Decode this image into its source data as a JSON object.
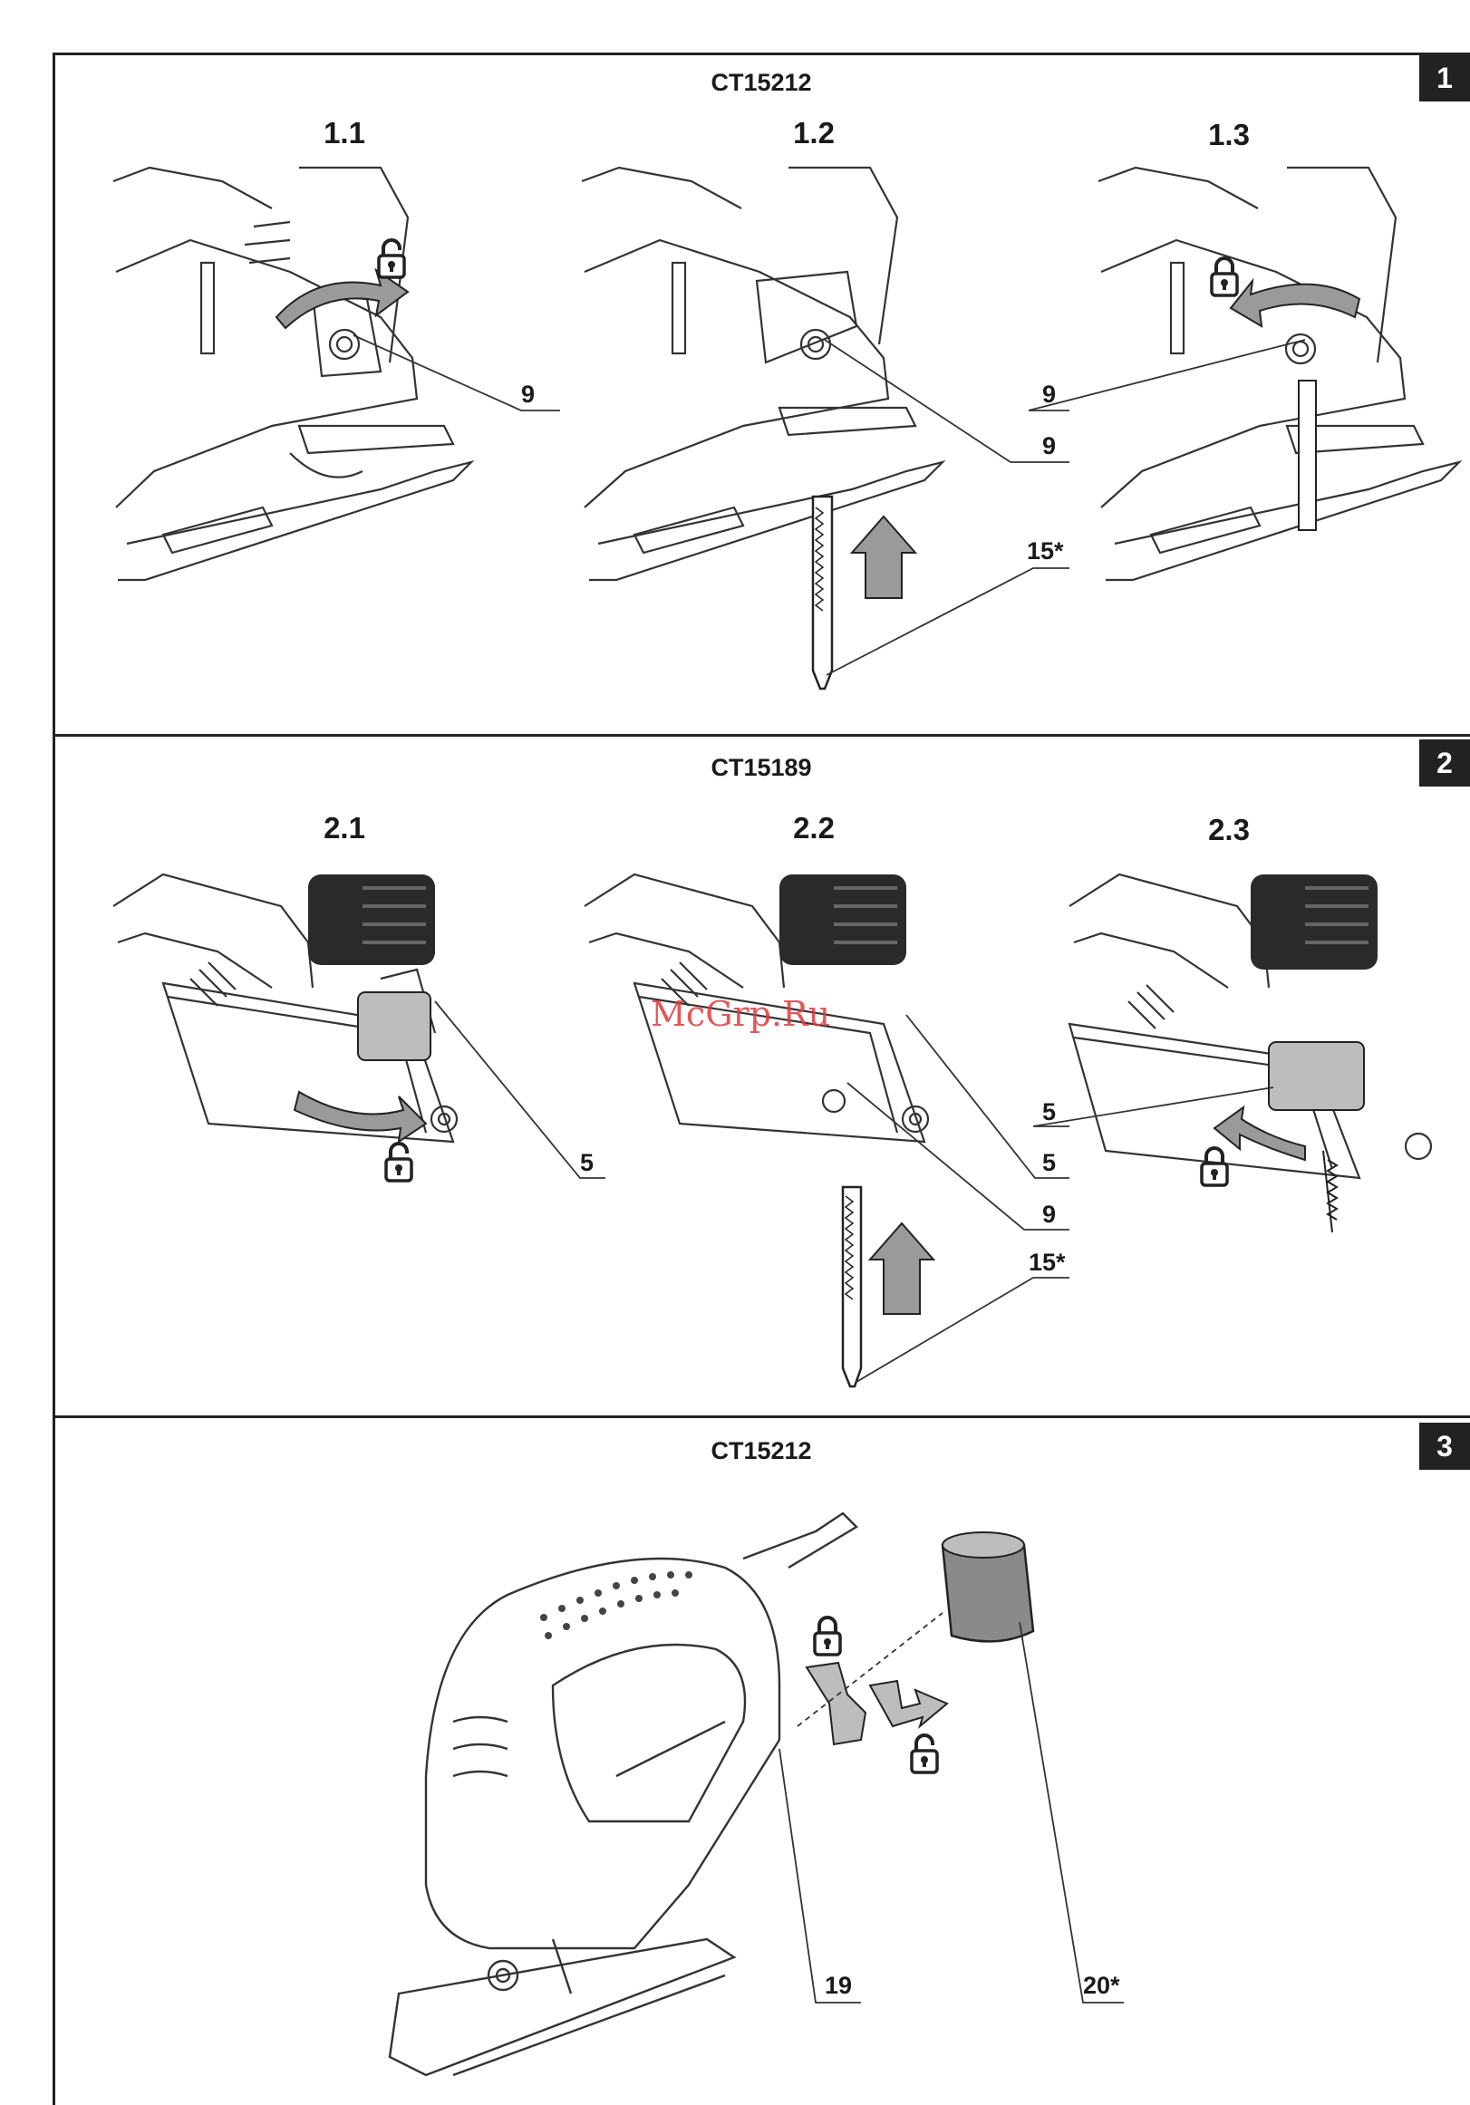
{
  "sections": [
    {
      "number": "1",
      "model": "CT15212",
      "steps": [
        "1.1",
        "1.2",
        "1.3"
      ]
    },
    {
      "number": "2",
      "model": "CT15189",
      "steps": [
        "2.1",
        "2.2",
        "2.3"
      ]
    },
    {
      "number": "3",
      "model": "CT15212",
      "steps": []
    }
  ],
  "callouts": {
    "s1_1": "9",
    "s1_2a": "9",
    "s1_2b": "15*",
    "s1_3": "9",
    "s2_1": "5",
    "s2_2a": "5",
    "s2_2b": "9",
    "s2_2c": "15*",
    "s2_3": "5",
    "s3_a": "19",
    "s3_b": "20*"
  },
  "watermark": "McGrp.Ru",
  "icons": [
    "lock-icon",
    "unlock-icon",
    "arrow-icon",
    "saw-blade-icon",
    "jigsaw-icon",
    "dust-adapter-icon"
  ]
}
